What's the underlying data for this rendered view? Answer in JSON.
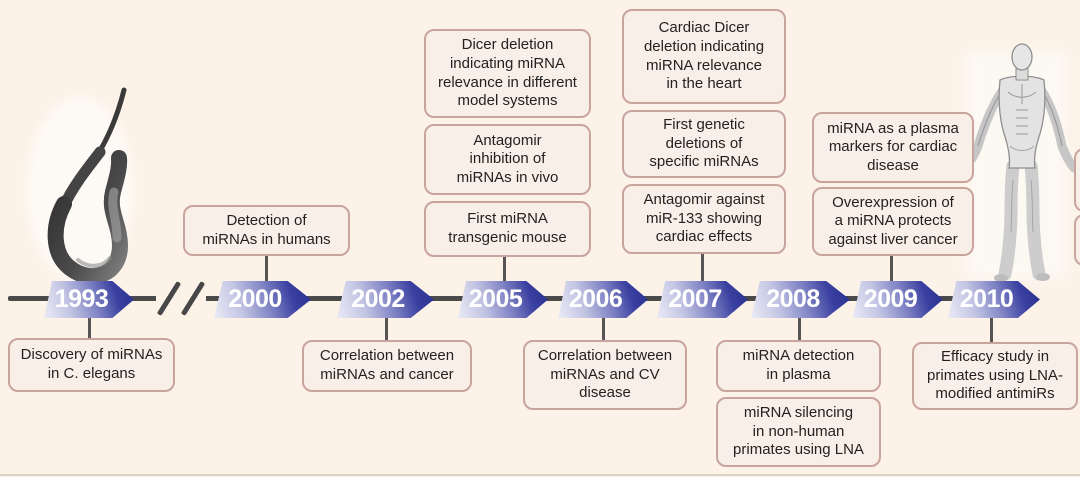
{
  "figure": {
    "background_color": "#fcf2e7",
    "timeline_line_color": "#4a4a4a",
    "arrow_gradient": [
      "#e8e9f5",
      "#7e82c4",
      "#2c3290"
    ],
    "arrow_text_color": "#ffffff",
    "box_fill_color": "#f9efe9",
    "box_border_color": "#c9a49c",
    "box_text_color": "#242220"
  },
  "timeline": {
    "years": [
      "1993",
      "2000",
      "2002",
      "2005",
      "2006",
      "2007",
      "2008",
      "2009",
      "2010"
    ],
    "break_mark": "axis-break-double-slash"
  },
  "illustrations": {
    "left": "c-elegans-worm-illustration",
    "right": "human-muscle-anatomy-illustration"
  },
  "boxes": {
    "discovery": "Discovery of miRNAs\nin C. elegans",
    "detection_humans": "Detection of\nmiRNAs in humans",
    "cancer_correlation": "Correlation between\nmiRNAs and cancer",
    "dicer_deletion": "Dicer deletion\nindicating miRNA\nrelevance in different\nmodel systems",
    "antagomir_vivo": "Antagomir\ninhibition of\nmiRNAs in vivo",
    "transgenic_mouse": "First miRNA\ntransgenic mouse",
    "cv_correlation": "Correlation between\nmiRNAs and CV\ndisease",
    "cardiac_dicer": "Cardiac Dicer\ndeletion indicating\nmiRNA relevance\nin the heart",
    "genetic_deletions": "First genetic\ndeletions of\nspecific miRNAs",
    "antagomir_mir133": "Antagomir against\nmiR-133 showing\ncardiac effects",
    "detection_plasma": "miRNA detection\nin plasma",
    "silencing_primates": "miRNA silencing\nin non-human\nprimates using LNA",
    "plasma_markers": "miRNA as a plasma\nmarkers for cardiac\ndisease",
    "overexpression_liver": "Overexpression of\na miRNA protects\nagainst liver cancer",
    "efficacy_primates": "Efficacy study in\nprimates using LNA-\nmodified antimiRs"
  }
}
